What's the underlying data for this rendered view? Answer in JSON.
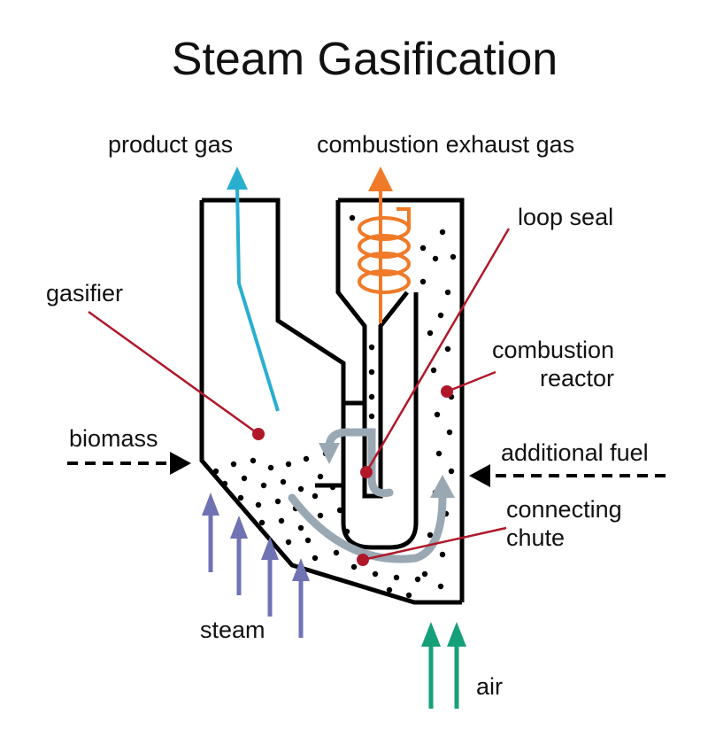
{
  "title": "Steam Gasification",
  "labels": {
    "product_gas": "product  gas",
    "exhaust_gas": "combustion  exhaust  gas",
    "loop_seal": "loop  seal",
    "gasifier": "gasifier",
    "combustion_reactor_1": "combustion",
    "combustion_reactor_2": "reactor",
    "biomass": "biomass",
    "additional_fuel": "additional  fuel",
    "connecting_chute_1": "connecting",
    "connecting_chute_2": "chute",
    "steam": "steam",
    "air": "air"
  },
  "colors": {
    "outline": "#000000",
    "product_gas_arrow": "#2aaed0",
    "exhaust_arrow": "#f07a28",
    "pointer": "#b0182a",
    "steam_arrow": "#6f73b4",
    "air_arrow": "#15a07a",
    "flow_arrow": "#9aa8b4"
  }
}
